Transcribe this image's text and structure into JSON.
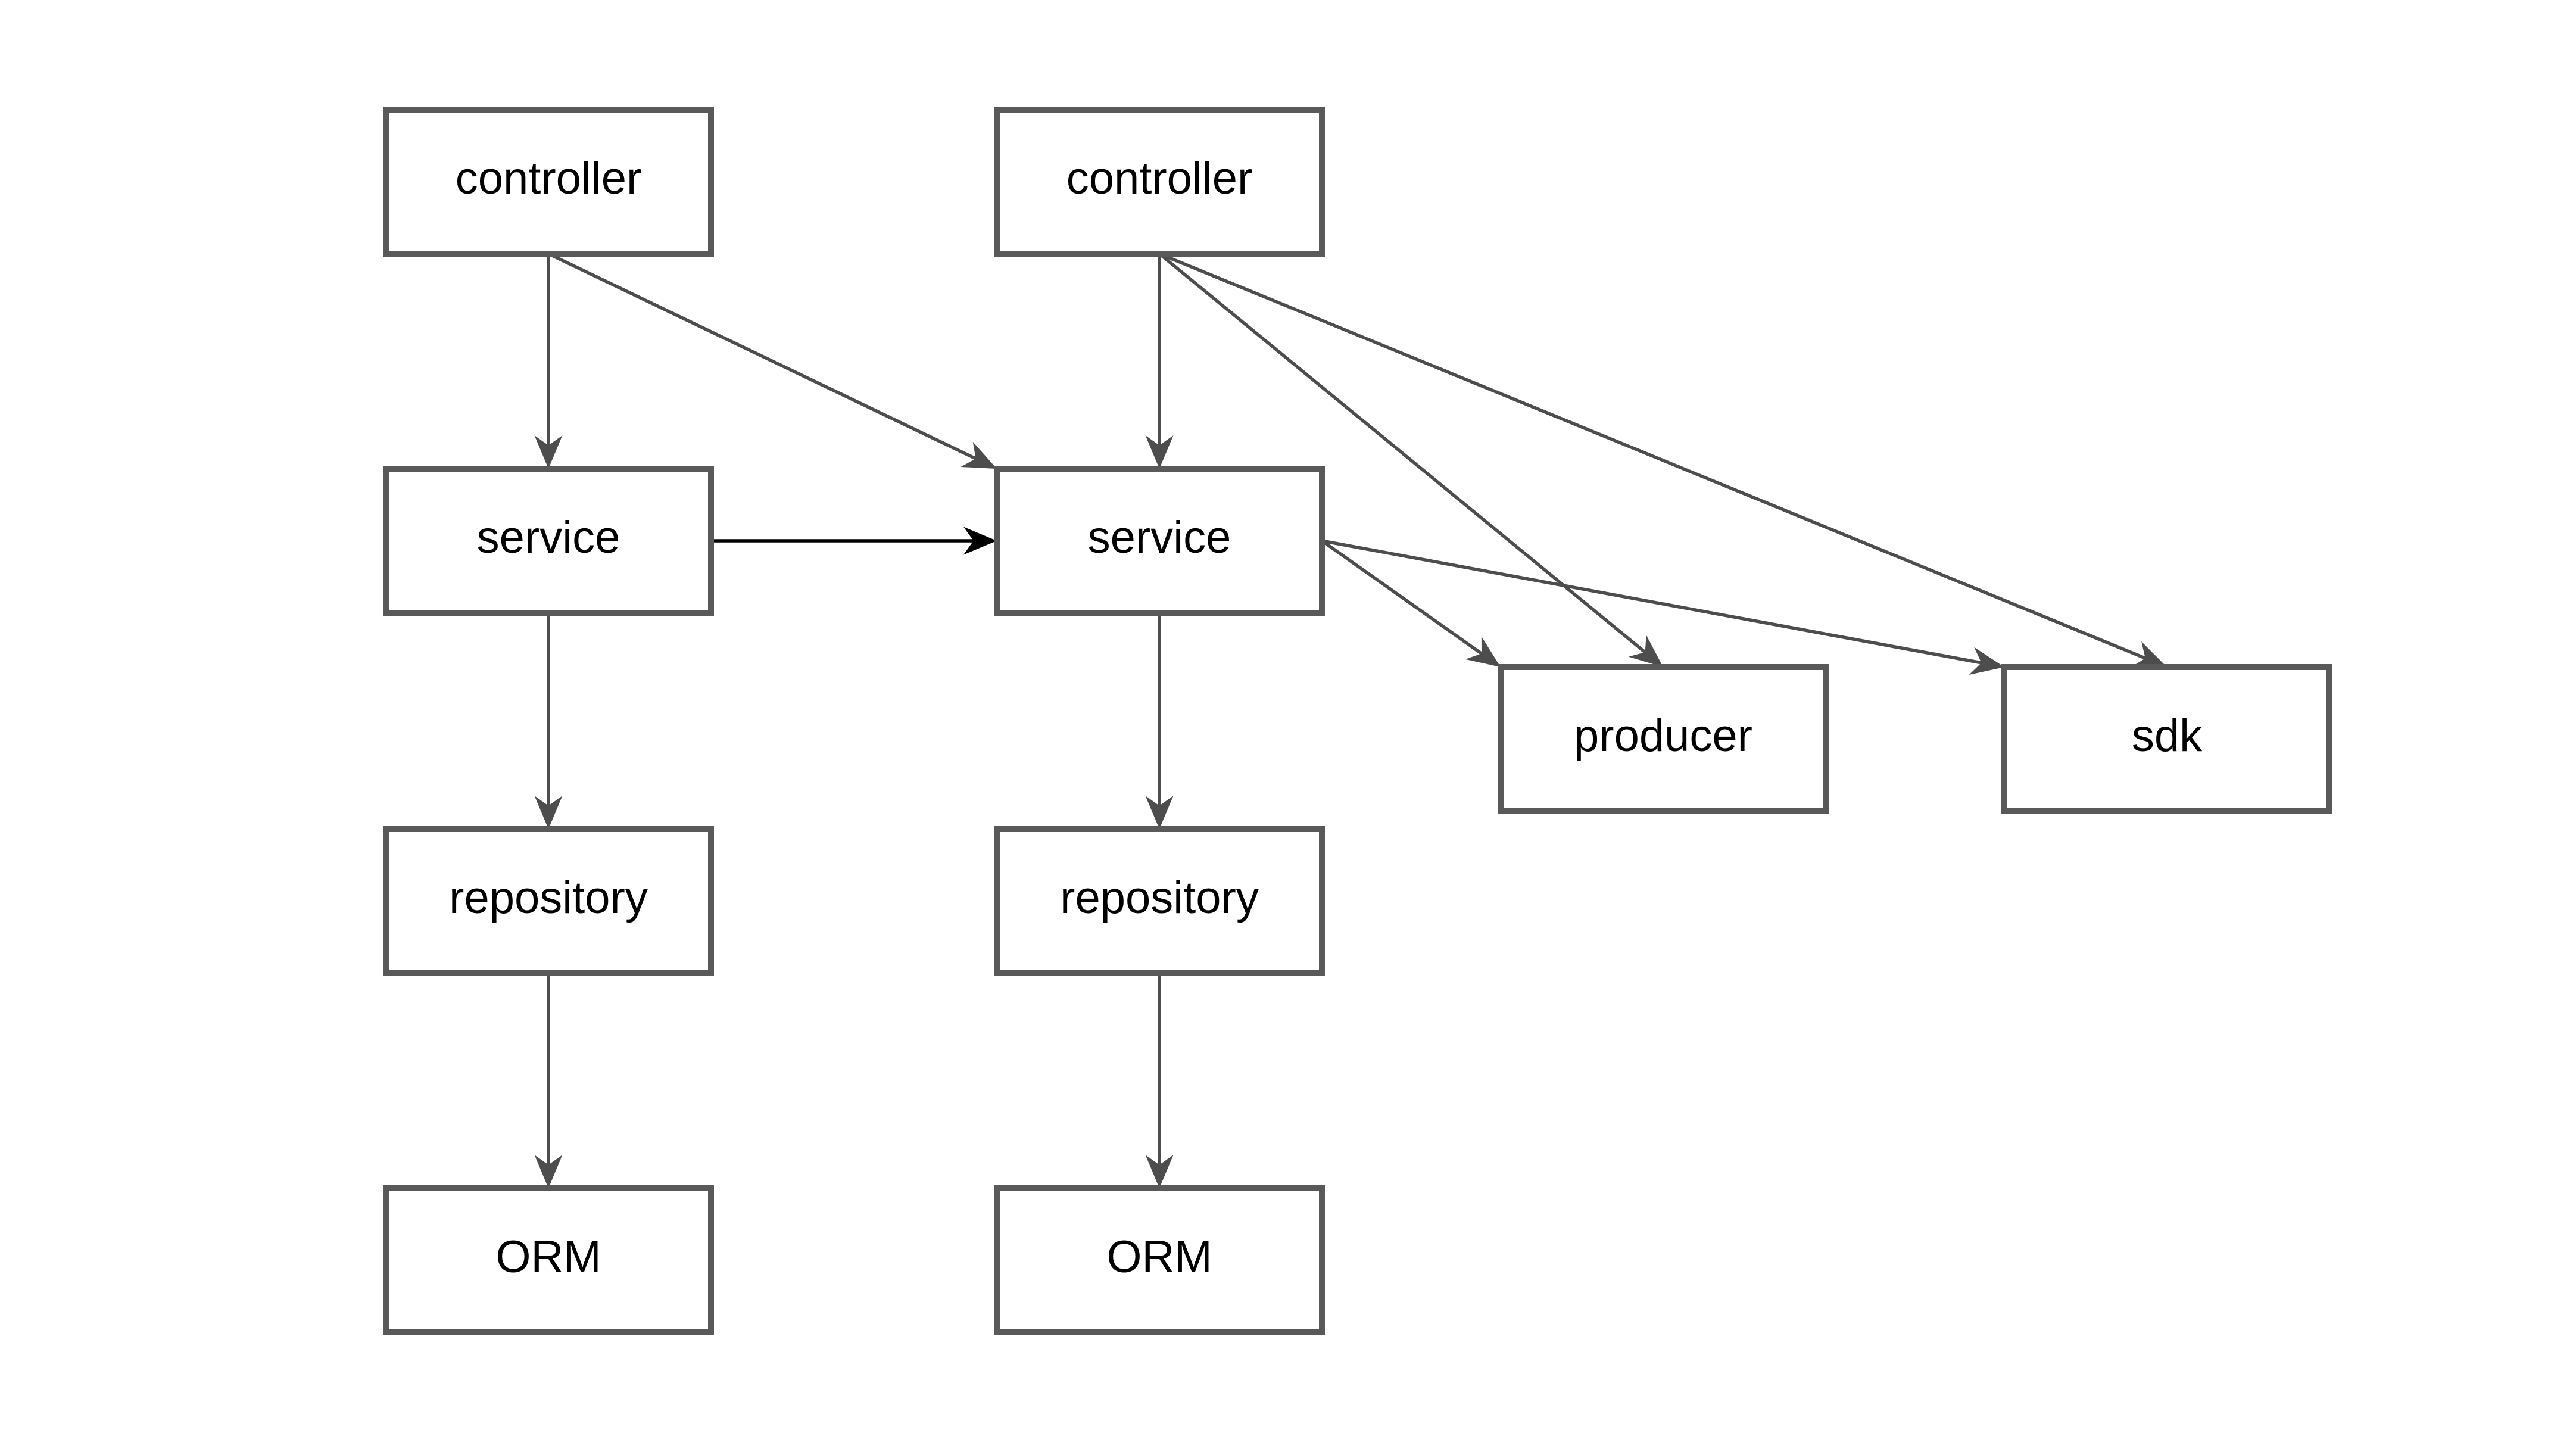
{
  "colors": {
    "box_stroke": "#595959",
    "edge_gray": "#4d4d4d",
    "edge_black": "#000000",
    "text": "#000000",
    "background": "#ffffff"
  },
  "nodes": {
    "controller_left": {
      "label": "controller"
    },
    "controller_right": {
      "label": "controller"
    },
    "service_left": {
      "label": "service"
    },
    "service_right": {
      "label": "service"
    },
    "repository_left": {
      "label": "repository"
    },
    "repository_right": {
      "label": "repository"
    },
    "orm_left": {
      "label": "ORM"
    },
    "orm_right": {
      "label": "ORM"
    },
    "producer": {
      "label": "producer"
    },
    "sdk": {
      "label": "sdk"
    }
  },
  "edges": [
    {
      "from": "controller_left",
      "to": "service_left",
      "color": "gray"
    },
    {
      "from": "controller_left",
      "to": "service_right",
      "color": "gray"
    },
    {
      "from": "controller_right",
      "to": "service_right",
      "color": "gray"
    },
    {
      "from": "controller_right",
      "to": "producer",
      "color": "gray"
    },
    {
      "from": "controller_right",
      "to": "sdk",
      "color": "gray"
    },
    {
      "from": "service_left",
      "to": "service_right",
      "color": "black"
    },
    {
      "from": "service_left",
      "to": "repository_left",
      "color": "gray"
    },
    {
      "from": "service_right",
      "to": "repository_right",
      "color": "gray"
    },
    {
      "from": "service_right",
      "to": "producer",
      "color": "gray"
    },
    {
      "from": "service_right",
      "to": "sdk",
      "color": "gray"
    },
    {
      "from": "repository_left",
      "to": "orm_left",
      "color": "gray"
    },
    {
      "from": "repository_right",
      "to": "orm_right",
      "color": "gray"
    }
  ]
}
